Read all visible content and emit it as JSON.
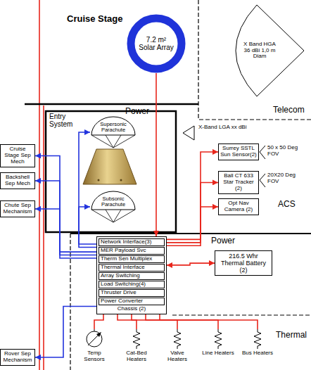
{
  "diagram": {
    "nodes": [
      {
        "text": [
          "7.2 m² Solar Array"
        ]
      },
      {
        "text": [
          "X Band HGA 36 dBi 1,0 m Diam"
        ]
      },
      {
        "text": [
          "X-Band LGA xx dBi"
        ]
      },
      {
        "text": [
          "Supersonic Parachute"
        ]
      },
      {
        "text": [
          "Cruise Stage Sep Mech"
        ]
      },
      {
        "text": [
          "Backshell Sep Mech"
        ]
      },
      {
        "text": [
          "Chute Sep Mechanism"
        ]
      },
      {
        "text": [
          "Surrey SSTL Sun Sensor(2)"
        ]
      },
      {
        "text": [
          "Ball CT 633 Star Tracker (2)"
        ]
      },
      {
        "text": [
          "Subsonic Parachute"
        ]
      },
      {
        "text": [
          "Opt Nav Camera (2)"
        ]
      },
      {
        "text": [
          "Chassis (2)"
        ]
      },
      {
        "text": [
          "Network Interface(3)"
        ],
        "in": 11
      },
      {
        "text": [
          "MER Payload Svc"
        ],
        "in": 11
      },
      {
        "text": [
          "Therm Sen Multiplex"
        ],
        "in": 11
      },
      {
        "text": [
          "Thermal Interface"
        ],
        "in": 11
      },
      {
        "text": [
          "Array Switching"
        ],
        "in": 11
      },
      {
        "text": [
          "Load Switching(4)"
        ],
        "in": 11
      },
      {
        "text": [
          "Thruster Drive"
        ],
        "in": 11
      },
      {
        "text": [
          "Power Converter"
        ],
        "in": 11
      },
      {
        "text": [
          "216.5 Whr Thermal Battery (2)"
        ]
      },
      {
        "text": [
          "Temp Sensors"
        ]
      },
      {
        "text": [
          "Cat-Bed Heaters"
        ]
      },
      {
        "text": [
          "Valve Heaters"
        ]
      },
      {
        "text": [
          "Line Heaters"
        ]
      },
      {
        "text": [
          "Bus Heaters"
        ]
      },
      {
        "text": [
          "Rover Sep Mechanism"
        ]
      }
    ],
    "edges": [
      {
        "from": 0,
        "to": 11,
        "arrow": "to"
      },
      {
        "from": 11,
        "to": 7,
        "arrow": "to"
      },
      {
        "from": 11,
        "to": 8,
        "arrow": "to"
      },
      {
        "from": 11,
        "to": 10,
        "arrow": "to"
      },
      {
        "from": 11,
        "to": 3,
        "arrow": "to"
      },
      {
        "from": 11,
        "to": 9,
        "arrow": "to"
      },
      {
        "from": 11,
        "to": 4,
        "arrow": "to"
      },
      {
        "from": 11,
        "to": 5,
        "arrow": "to"
      },
      {
        "from": 11,
        "to": 6,
        "arrow": "to"
      },
      {
        "from": 11,
        "to": 20,
        "arrow": "both"
      },
      {
        "from": 11,
        "to": 21,
        "arrow": "none"
      },
      {
        "from": 11,
        "to": 22,
        "arrow": "none"
      },
      {
        "from": 11,
        "to": 23,
        "arrow": "none"
      },
      {
        "from": 11,
        "to": 24,
        "arrow": "none"
      },
      {
        "from": 11,
        "to": 25,
        "arrow": "none"
      },
      {
        "from": 11,
        "to": 26,
        "arrow": "to"
      }
    ],
    "labels": [
      "Cruise Stage",
      "Power",
      "Telecom",
      "Entry System",
      "50 x 50 Deg FOV",
      "20X20 Deg FOV",
      "ACS",
      "Power",
      "Thermal"
    ]
  }
}
